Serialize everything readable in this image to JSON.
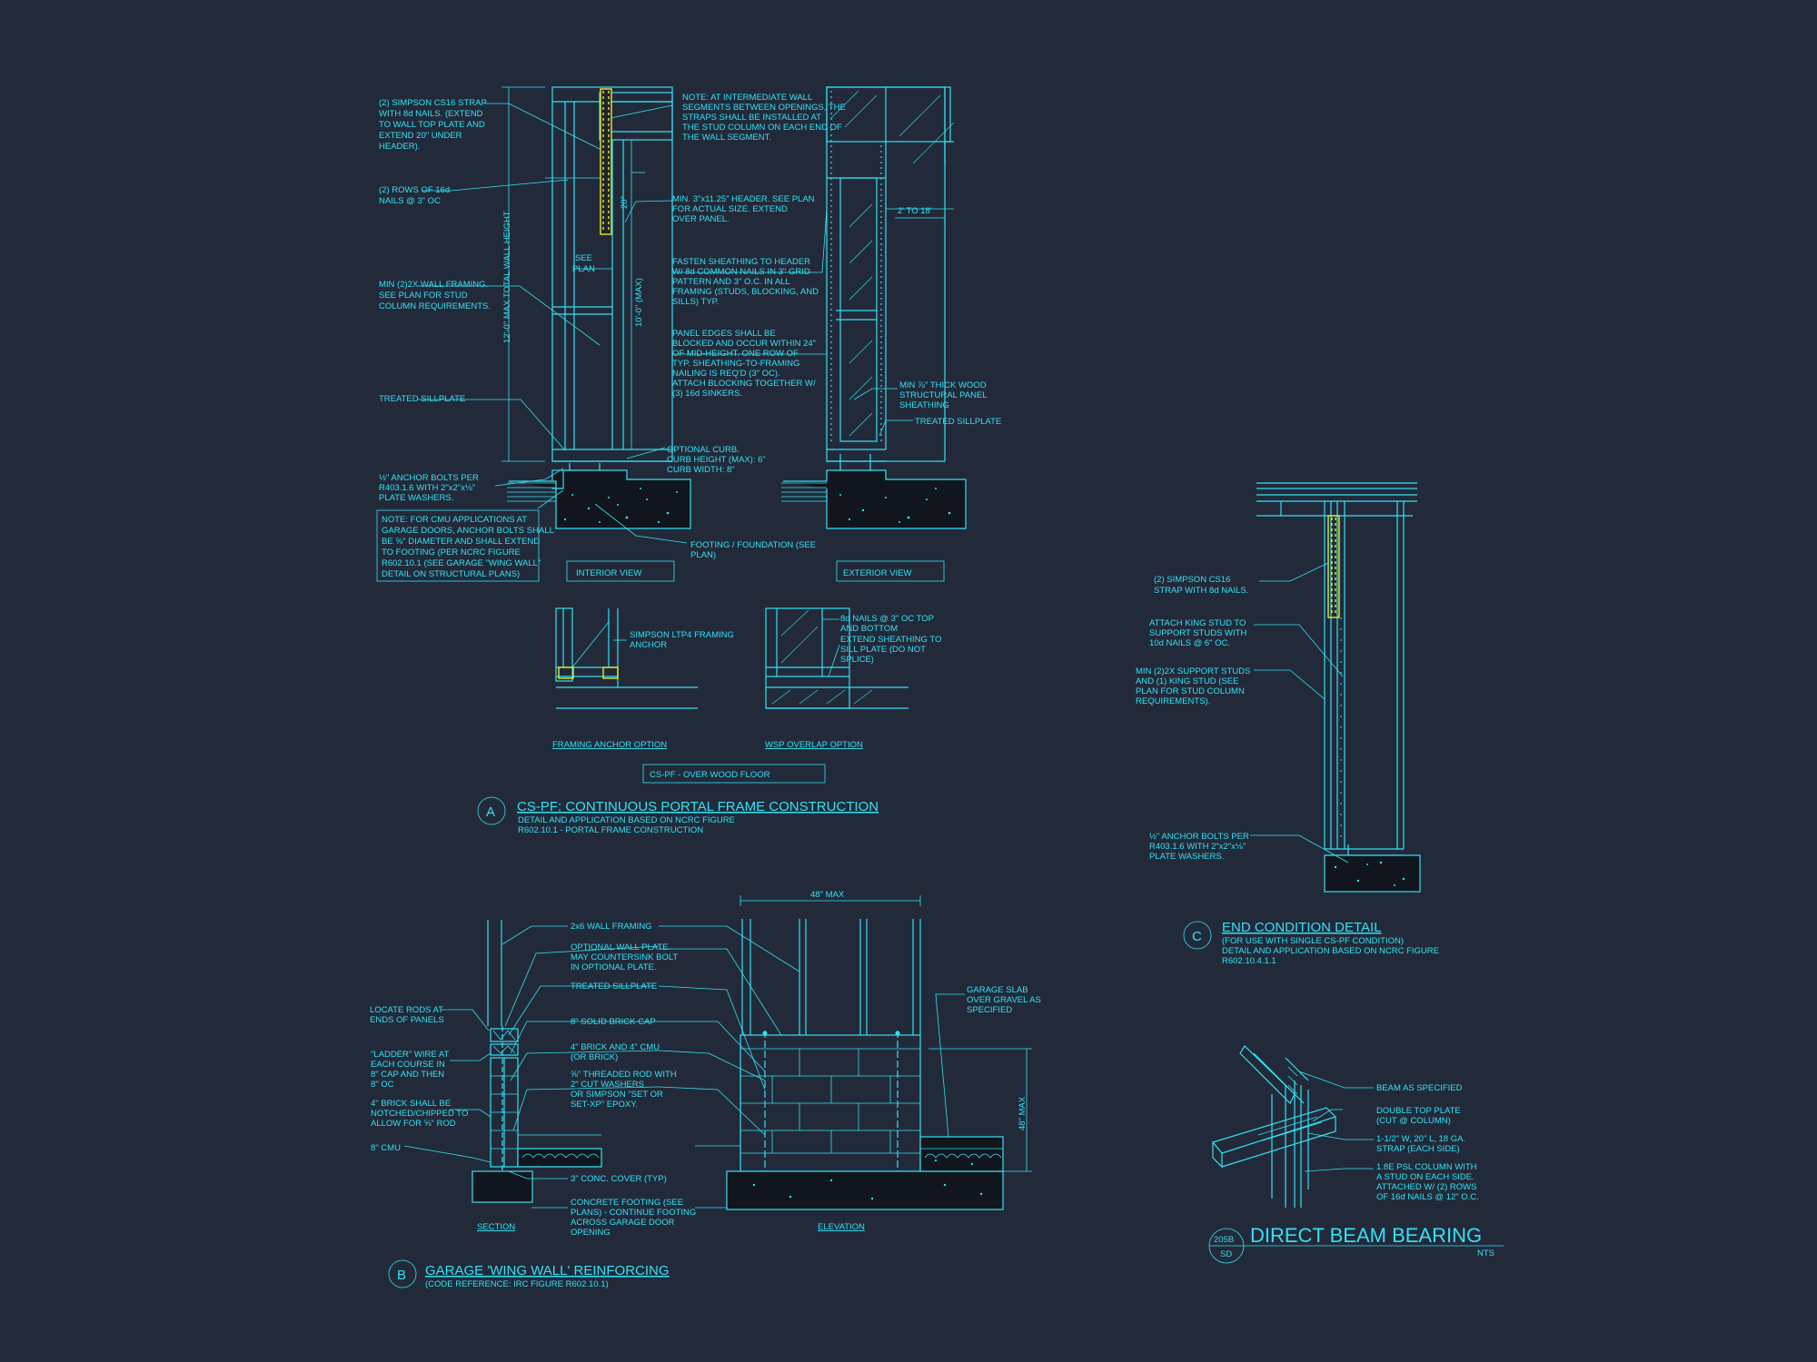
{
  "detail_a": {
    "notes": {
      "strap": [
        "(2) SIMPSON CS16 STRAP",
        "WITH 8d NAILS. (EXTEND",
        "TO WALL TOP PLATE AND",
        "EXTEND 20\" UNDER",
        "HEADER)."
      ],
      "nails": [
        "(2) ROWS OF 16d",
        "NAILS @ 3\" OC"
      ],
      "framing": [
        "MIN (2)2X WALL FRAMING.",
        "SEE PLAN FOR STUD",
        "COLUMN REQUIREMENTS."
      ],
      "sillplate": "TREATED SILLPLATE",
      "anchor": [
        "½\" ANCHOR BOLTS PER",
        "R403.1.6 WITH 2\"x2\"x⅛\"",
        "PLATE WASHERS."
      ],
      "cmu_note": [
        "NOTE: FOR CMU APPLICATIONS AT",
        "GARAGE DOORS, ANCHOR BOLTS SHALL",
        "BE ⅝\" DIAMETER AND SHALL EXTEND",
        "TO FOOTING (PER NCRC FIGURE",
        "R602.10.1 (SEE GARAGE \"WING WALL\"",
        "DETAIL ON STRUCTURAL PLANS)"
      ],
      "intermediate": [
        "NOTE: AT INTERMEDIATE WALL",
        "SEGMENTS BETWEEN OPENINGS, THE",
        "STRAPS SHALL BE INSTALLED AT",
        "THE STUD COLUMN ON EACH END OF",
        "THE WALL SEGMENT."
      ],
      "header": [
        "MIN. 3\"x11.25\" HEADER. SEE PLAN",
        "FOR ACTUAL SIZE. EXTEND",
        "OVER PANEL."
      ],
      "fasten": [
        "FASTEN SHEATHING TO HEADER",
        "W/ 8d COMMON NAILS IN 3\" GRID",
        "PATTERN AND 3\" O.C. IN ALL",
        "FRAMING (STUDS, BLOCKING, AND",
        "SILLS) TYP."
      ],
      "panel_edges": [
        "PANEL EDGES SHALL BE",
        "BLOCKED AND OCCUR WITHIN 24\"",
        "OF MID-HEIGHT.  ONE ROW OF",
        "TYP. SHEATHING-TO-FRAMING",
        "NAILING IS REQ'D (3\" OC).",
        "ATTACH BLOCKING TOGETHER W/",
        "(3) 16d SINKERS."
      ],
      "curb": [
        "OPTIONAL CURB.",
        "CURB HEIGHT (MAX): 6\"",
        "CURB WIDTH: 8\""
      ],
      "footing": [
        "FOOTING / FOUNDATION (SEE",
        "PLAN)"
      ],
      "min_structural": [
        "MIN ⅞\" THICK WOOD",
        "STRUCTURAL PANEL",
        "SHEATHING"
      ],
      "sill_ext": "TREATED SILLPLATE",
      "two_to": "2' TO 18'",
      "see_plan": [
        "SEE",
        "PLAN"
      ],
      "dim_20": "20\"",
      "dim_10": "10'-0\" (MAX)",
      "dim_12": "12'-0\" MAX TOTAL WALL HEIGHT",
      "ltp4": [
        "SIMPSON LTP4 FRAMING",
        "ANCHOR"
      ],
      "nails8d": [
        "8d NAILS @ 3\" OC TOP",
        "AND BOTTOM"
      ],
      "extend_sheath": [
        "EXTEND SHEATHING TO",
        "SILL PLATE (DO NOT",
        "SPLICE)"
      ]
    },
    "interior_view": "INTERIOR VIEW",
    "exterior_view": "EXTERIOR VIEW",
    "framing_anchor_option": "FRAMING ANCHOR OPTION",
    "wsp_overlap_option": "WSP OVERLAP OPTION",
    "over_wood_floor": "CS-PF - OVER WOOD FLOOR",
    "tag": "A",
    "title": "CS-PF: CONTINUOUS PORTAL FRAME CONSTRUCTION",
    "subtitle": [
      "DETAIL AND APPLICATION BASED ON NCRC FIGURE",
      "R602.10.1 - PORTAL FRAME CONSTRUCTION"
    ]
  },
  "detail_b": {
    "notes": {
      "wall_framing": "2x6 WALL FRAMING",
      "optional_plate": [
        "OPTIONAL WALL PLATE.",
        "MAY COUNTERSINK BOLT",
        "IN OPTIONAL PLATE."
      ],
      "sillplate": "TREATED SILLPLATE",
      "brick_cap": "8\" SOLID BRICK CAP",
      "brick_cmu": [
        "4\" BRICK AND 4\" CMU",
        "(OR BRICK)"
      ],
      "threaded": [
        "⅝\" THREADED ROD WITH",
        "2\" CUT WASHERS",
        "OR SIMPSON \"SET OR",
        "SET-XP\" EPOXY."
      ],
      "cover": "3\" CONC. COVER (TYP)",
      "footing": [
        "CONCRETE FOOTING (SEE",
        "PLANS) - CONTINUE FOOTING",
        "ACROSS GARAGE DOOR",
        "OPENING"
      ],
      "locate": [
        "LOCATE RODS AT",
        "ENDS OF PANELS"
      ],
      "ladder": [
        "\"LADDER\" WIRE AT",
        "EACH COURSE IN",
        "8\" CAP AND THEN",
        "8\" OC"
      ],
      "brick_notch": [
        "4\" BRICK SHALL BE",
        "NOTCHED/CHIPPED TO",
        "ALLOW FOR ⅝\" ROD"
      ],
      "cmu": "8\" CMU",
      "slab": [
        "GARAGE SLAB",
        "OVER GRAVEL AS",
        "SPECIFIED"
      ],
      "dim_48": "48\" MAX",
      "dim_48v": "48\" MAX"
    },
    "section": "SECTION",
    "elevation": "ELEVATION",
    "tag": "B",
    "title": "GARAGE 'WING WALL' REINFORCING",
    "subtitle": "(CODE REFERENCE: IRC FIGURE R602.10.1)"
  },
  "detail_c": {
    "notes": {
      "strap": [
        "(2) SIMPSON CS16",
        "STRAP WITH 8d NAILS."
      ],
      "king": [
        "ATTACH KING STUD TO",
        "SUPPORT STUDS WITH",
        "10d NAILS @ 6\" OC."
      ],
      "support": [
        "MIN (2)2X SUPPORT STUDS",
        "AND (1) KING STUD (SEE",
        "PLAN FOR STUD COLUMN",
        "REQUIREMENTS)."
      ],
      "anchor": [
        "½\" ANCHOR BOLTS PER",
        "R403.1.6 WITH 2\"x2\"x⅛\"",
        "PLATE WASHERS."
      ]
    },
    "tag": "C",
    "title": "END CONDITION DETAIL",
    "subtitle": [
      "(FOR USE WITH SINGLE CS-PF CONDITION)",
      "DETAIL AND APPLICATION BASED ON NCRC FIGURE",
      "R602.10.4.1.1"
    ]
  },
  "detail_d": {
    "notes": {
      "beam": "BEAM AS SPECIFIED",
      "plate": [
        "DOUBLE TOP PLATE",
        "(CUT @ COLUMN)"
      ],
      "strap": [
        "1-1/2\" W, 20\" L, 18 GA.",
        "STRAP (EACH SIDE)"
      ],
      "column": [
        "1.8E PSL COLUMN WITH",
        "A STUD ON EACH SIDE.",
        "ATTACHED W/ (2) ROWS",
        "OF 16d NAILS @ 12\" O.C."
      ]
    },
    "tag_top": "205B",
    "tag_bottom": "SD",
    "title": "DIRECT BEAM BEARING",
    "nts": "NTS"
  },
  "colors": {
    "background": "#222a3a",
    "line": "#33e1f2",
    "strap": "#e8e832"
  }
}
